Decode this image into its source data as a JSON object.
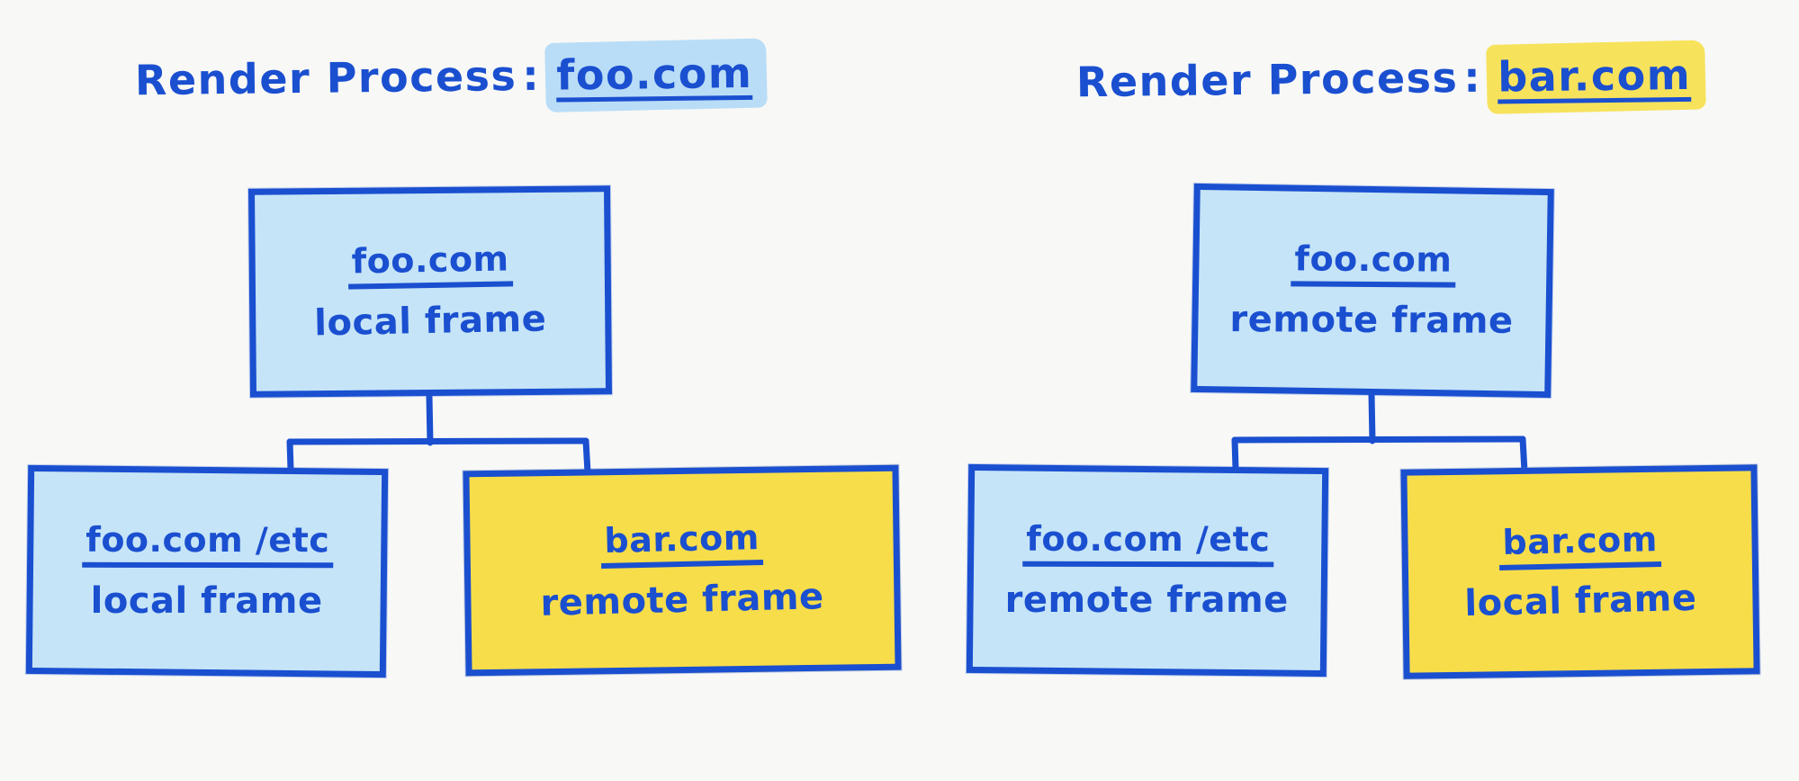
{
  "background_color": "#f8f8f6",
  "stroke_color": "#1a4fd0",
  "colors": {
    "blue_fill": "#c5e4f7",
    "yellow_fill": "#f7dd4a",
    "blue_highlight": "#b9ddf7",
    "yellow_highlight": "#f7e25c",
    "ink": "#1a4fd0"
  },
  "diagrams": [
    {
      "title": {
        "prefix": "Render Process",
        "separator": ":",
        "process_origin": "foo.com",
        "highlight": "blue"
      },
      "root": {
        "url": "foo.com",
        "kind": "local frame",
        "fill": "blue"
      },
      "children": [
        {
          "url": "foo.com /etc",
          "kind": "local frame",
          "fill": "blue"
        },
        {
          "url": "bar.com",
          "kind": "remote frame",
          "fill": "yellow"
        }
      ]
    },
    {
      "title": {
        "prefix": "Render Process",
        "separator": ":",
        "process_origin": "bar.com",
        "highlight": "yellow"
      },
      "root": {
        "url": "foo.com",
        "kind": "remote frame",
        "fill": "blue"
      },
      "children": [
        {
          "url": "foo.com /etc",
          "kind": "remote frame",
          "fill": "blue"
        },
        {
          "url": "bar.com",
          "kind": "local frame",
          "fill": "yellow"
        }
      ]
    }
  ]
}
